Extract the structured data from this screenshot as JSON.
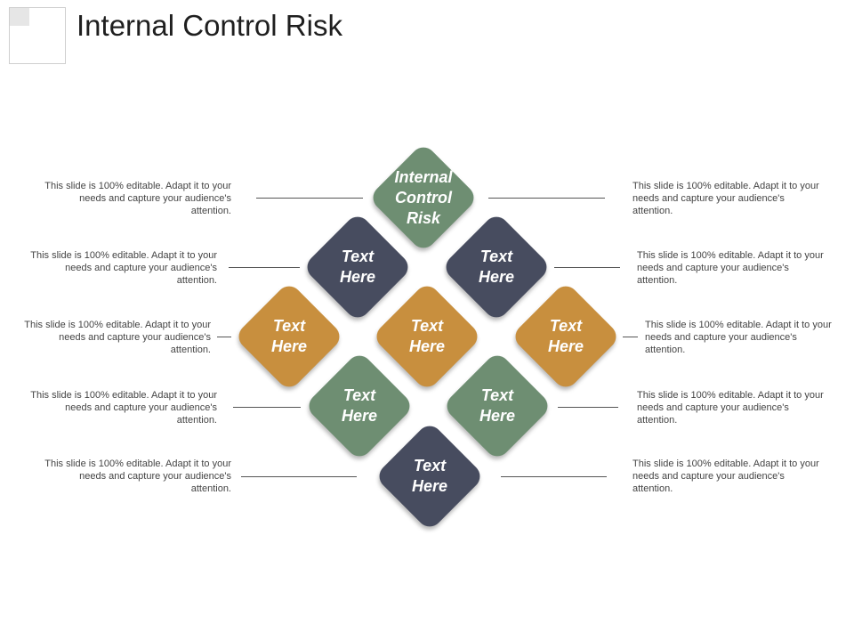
{
  "title": "Internal Control Risk",
  "colors": {
    "green": "#6e8e72",
    "navy": "#474c5f",
    "ochre": "#c88f3e"
  },
  "diagram": {
    "center_top": {
      "label_line1": "Internal",
      "label_line2": "Control",
      "label_line3": "Risk"
    },
    "diamonds": [
      {
        "id": "upper-left",
        "label_line1": "Text",
        "label_line2": "Here"
      },
      {
        "id": "upper-right",
        "label_line1": "Text",
        "label_line2": "Here"
      },
      {
        "id": "middle-left",
        "label_line1": "Text",
        "label_line2": "Here"
      },
      {
        "id": "center",
        "label_line1": "Text",
        "label_line2": "Here"
      },
      {
        "id": "middle-right",
        "label_line1": "Text",
        "label_line2": "Here"
      },
      {
        "id": "lower-left",
        "label_line1": "Text",
        "label_line2": "Here"
      },
      {
        "id": "lower-right",
        "label_line1": "Text",
        "label_line2": "Here"
      },
      {
        "id": "bottom",
        "label_line1": "Text",
        "label_line2": "Here"
      }
    ]
  },
  "descriptions": {
    "left": [
      "This slide is 100% editable. Adapt it to your needs and capture your audience's attention.",
      "This slide is 100% editable. Adapt it to your needs and capture your audience's attention.",
      "This slide is 100% editable. Adapt it to your needs and capture your audience's attention.",
      "This slide is 100% editable. Adapt it to your needs and capture your audience's attention.",
      "This slide is 100% editable. Adapt it to your needs and capture your audience's attention."
    ],
    "right": [
      "This slide is 100% editable. Adapt it to your needs and capture your audience's attention.",
      "This slide is 100% editable. Adapt it to your needs and capture your audience's attention.",
      "This slide is 100% editable. Adapt it to your needs and capture your audience's attention.",
      "This slide is 100% editable. Adapt it to your needs and capture your audience's attention.",
      "This slide is 100% editable. Adapt it to your needs and capture your audience's attention."
    ]
  }
}
